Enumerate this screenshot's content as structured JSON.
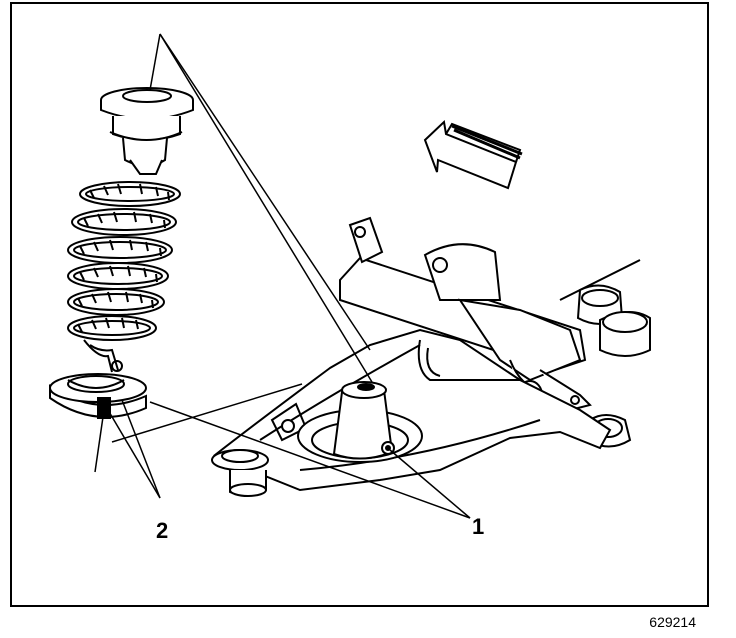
{
  "callouts": {
    "label_1": "1",
    "label_2": "2"
  },
  "figure_id": "629214",
  "colors": {
    "ink": "#000000",
    "paper": "#ffffff"
  }
}
